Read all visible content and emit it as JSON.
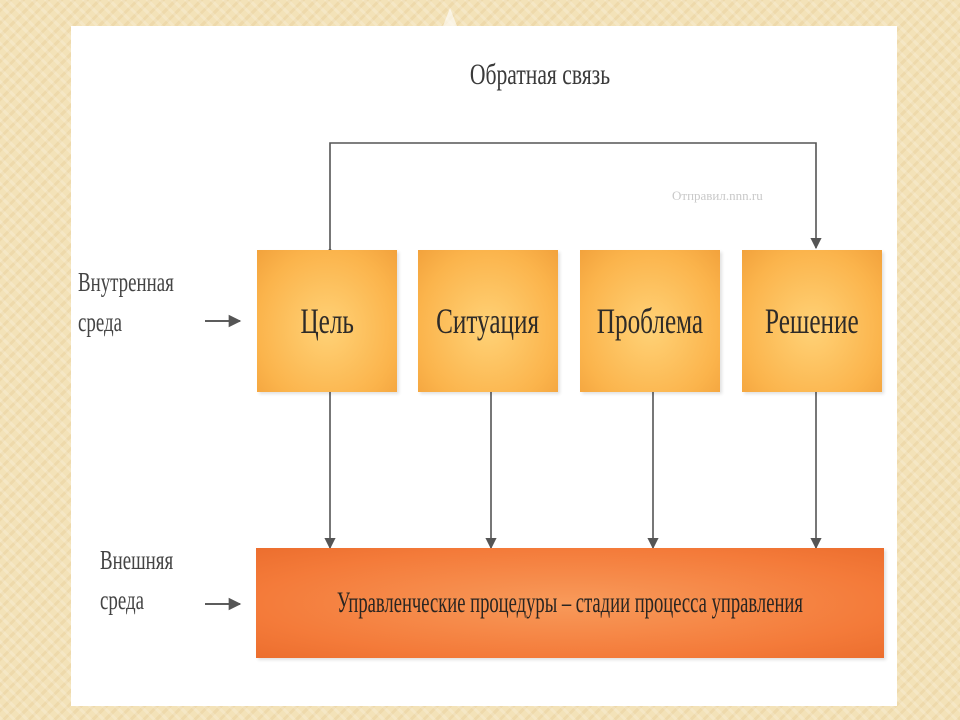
{
  "feedback_label": "Обратная связь",
  "watermark": "Отправил.nnn.ru",
  "internal_env": "Внутренная среда",
  "external_env": "Внешняя среда",
  "stages": [
    "Цель",
    "Ситуация",
    "Проблема",
    "Решение"
  ],
  "procedures": "Управленческие процедуры – стадии процесса управления",
  "colors": {
    "stage_fill": "#fbb44c",
    "procedure_fill": "#f47b3a",
    "background": "#f3e2b8",
    "line": "#555555"
  }
}
